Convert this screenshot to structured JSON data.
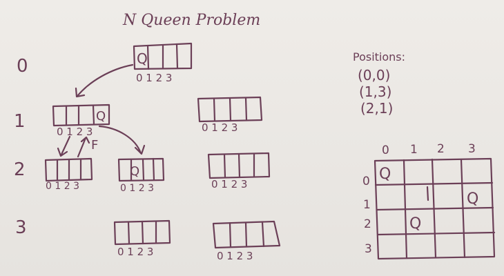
{
  "title": "N Queen Problem",
  "row_labels": [
    "0",
    "1",
    "2",
    "3"
  ],
  "index_label": "0 1 2 3",
  "queen": "Q",
  "failure_mark": "F",
  "positions_heading": "Positions:",
  "positions": [
    "(0,0)",
    "(1,3)",
    "(2,1)"
  ],
  "board": {
    "col_labels": [
      "0",
      "1",
      "2",
      "3"
    ],
    "row_labels": [
      "0",
      "1",
      "2",
      "3"
    ],
    "queens": [
      {
        "row": 0,
        "col": 0
      },
      {
        "row": 1,
        "col": 3
      },
      {
        "row": 2,
        "col": 1
      }
    ]
  },
  "ink_color": "#6b3f57"
}
